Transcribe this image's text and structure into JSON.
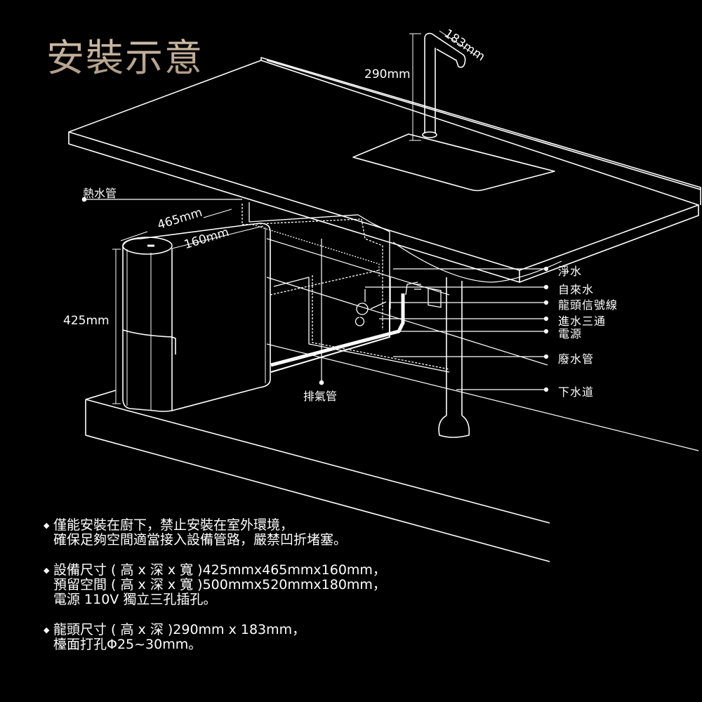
{
  "title": "安裝示意",
  "dimensions": {
    "faucet_height": "290mm",
    "faucet_depth": "183mm",
    "unit_depth": "465mm",
    "unit_width": "160mm",
    "unit_height": "425mm"
  },
  "left_labels": {
    "hot_water_pipe": "熱水管",
    "vent_pipe": "排氣管"
  },
  "right_labels": [
    {
      "id": "pure-water",
      "text": "淨水"
    },
    {
      "id": "tap-water",
      "text": "自來水"
    },
    {
      "id": "faucet-signal-wire",
      "text": "龍頭信號線"
    },
    {
      "id": "inlet-tee",
      "text": "進水三通"
    },
    {
      "id": "power",
      "text": "電源"
    },
    {
      "id": "waste-water-pipe",
      "text": "廢水管"
    },
    {
      "id": "drain",
      "text": "下水道"
    }
  ],
  "notes": [
    {
      "bullet": "◆",
      "lines": [
        "僅能安裝在廚下，禁止安裝在室外環境，",
        "確保足夠空間適當接入設備管路，嚴禁凹折堵塞。"
      ]
    },
    {
      "bullet": "◆",
      "lines": [
        "設備尺寸 ( 高 x 深 x 寬 )425mmx465mmx160mm，",
        "預留空間 ( 高 x 深 x 寬 )500mmx520mmx180mm，",
        "電源 110V 獨立三孔插孔。"
      ]
    },
    {
      "bullet": "◆",
      "lines": [
        "龍頭尺寸 ( 高 x 深 )290mm x 183mm，",
        "檯面打孔Φ25~30mm。"
      ]
    }
  ],
  "colors": {
    "background": "#000000",
    "line": "#ffffff",
    "title": "#c8b6a2"
  }
}
